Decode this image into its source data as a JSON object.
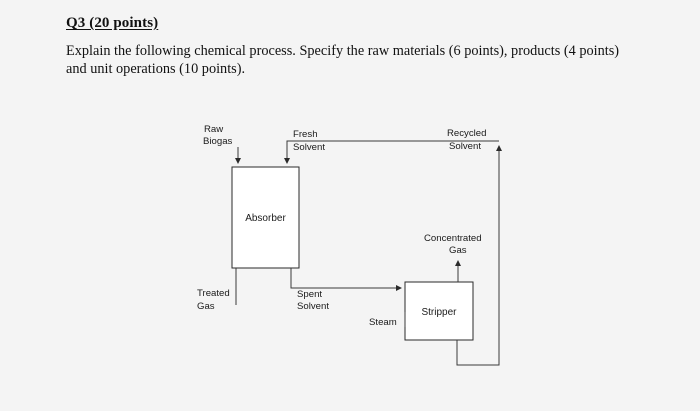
{
  "question": {
    "heading": "Q3 (20 points)",
    "line1": "Explain the following chemical process. Specify the raw materials (6 points), products (4 points)",
    "line2": "and unit operations (10 points)."
  },
  "diagram": {
    "raw_biogas": [
      "Raw",
      "Biogas"
    ],
    "fresh_solvent": [
      "Fresh",
      "Solvent"
    ],
    "recycled_solvent": [
      "Recycled",
      "Solvent"
    ],
    "absorber": "Absorber",
    "concentrated_gas": [
      "Concentrated",
      "Gas"
    ],
    "treated_gas": [
      "Treated",
      "Gas"
    ],
    "spent_solvent": [
      "Spent",
      "Solvent"
    ],
    "steam": "Steam",
    "stripper": "Stripper"
  }
}
